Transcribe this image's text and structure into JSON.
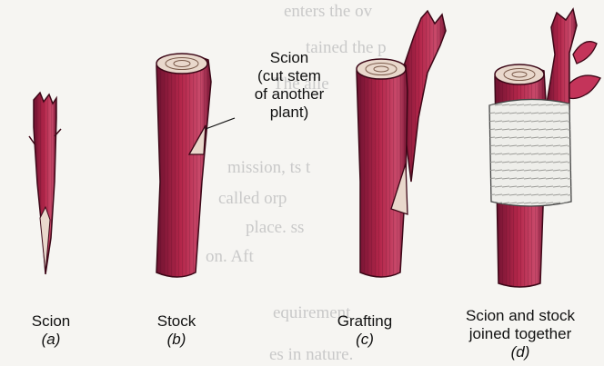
{
  "labels": {
    "scion_callout": [
      "Scion",
      "(cut stem",
      "of another",
      "plant)"
    ],
    "a": {
      "name": "Scion",
      "letter": "(a)"
    },
    "b": {
      "name": "Stock",
      "letter": "(b)"
    },
    "c": {
      "name": "Grafting",
      "letter": "(c)"
    },
    "d": {
      "name_line1": "Scion and stock",
      "name_line2": "joined together",
      "letter": "(d)"
    }
  },
  "colors": {
    "stem": "#b3264a",
    "stem_dark": "#6e1230",
    "wood": "#e9d8cc",
    "leaf": "#c4345a",
    "wrap": "#eeeeea"
  },
  "background_show_through": [
    "enters the ov",
    "tained the p",
    "The  alle",
    "mission, ts t",
    "called   orp",
    "place. ss",
    "on.  Aft",
    "equirement",
    "es in nature."
  ]
}
